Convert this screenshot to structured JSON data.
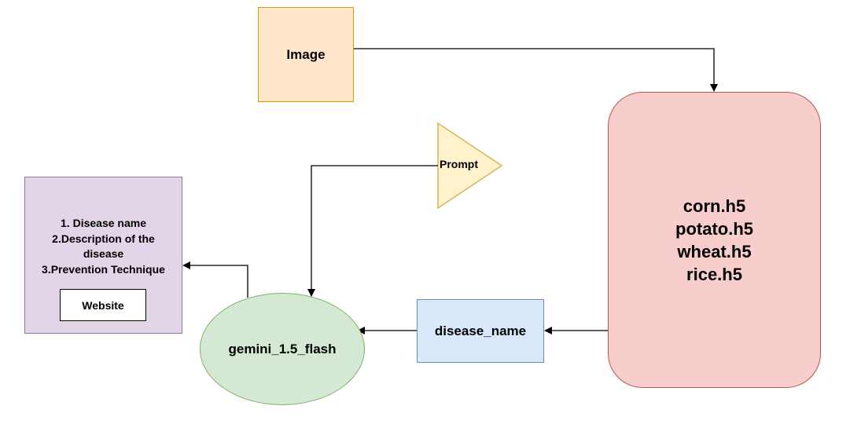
{
  "nodes": {
    "image": {
      "label": "Image"
    },
    "prompt": {
      "label": "Prompt"
    },
    "models": {
      "lines": [
        "corn.h5",
        "potato.h5",
        "wheat.h5",
        "rice.h5"
      ]
    },
    "disease_name": {
      "label": "disease_name"
    },
    "gemini": {
      "label": "gemini_1.5_flash"
    },
    "output": {
      "lines": [
        "1. Disease name",
        "2.Description of the",
        "disease",
        "3.Prevention Technique"
      ],
      "button_label": "Website"
    }
  },
  "colors": {
    "image_fill": "#ffe6cc",
    "image_stroke": "#d79b00",
    "prompt_fill": "#fff2cc",
    "prompt_stroke": "#d6b656",
    "models_fill": "#f8cecc",
    "models_stroke": "#b85450",
    "disease_fill": "#dae8fc",
    "disease_stroke": "#6c8ebf",
    "gemini_fill": "#d5e8d4",
    "gemini_stroke": "#82b366",
    "output_fill": "#e1d5e7",
    "output_stroke": "#9673a6",
    "connector": "#000000"
  }
}
